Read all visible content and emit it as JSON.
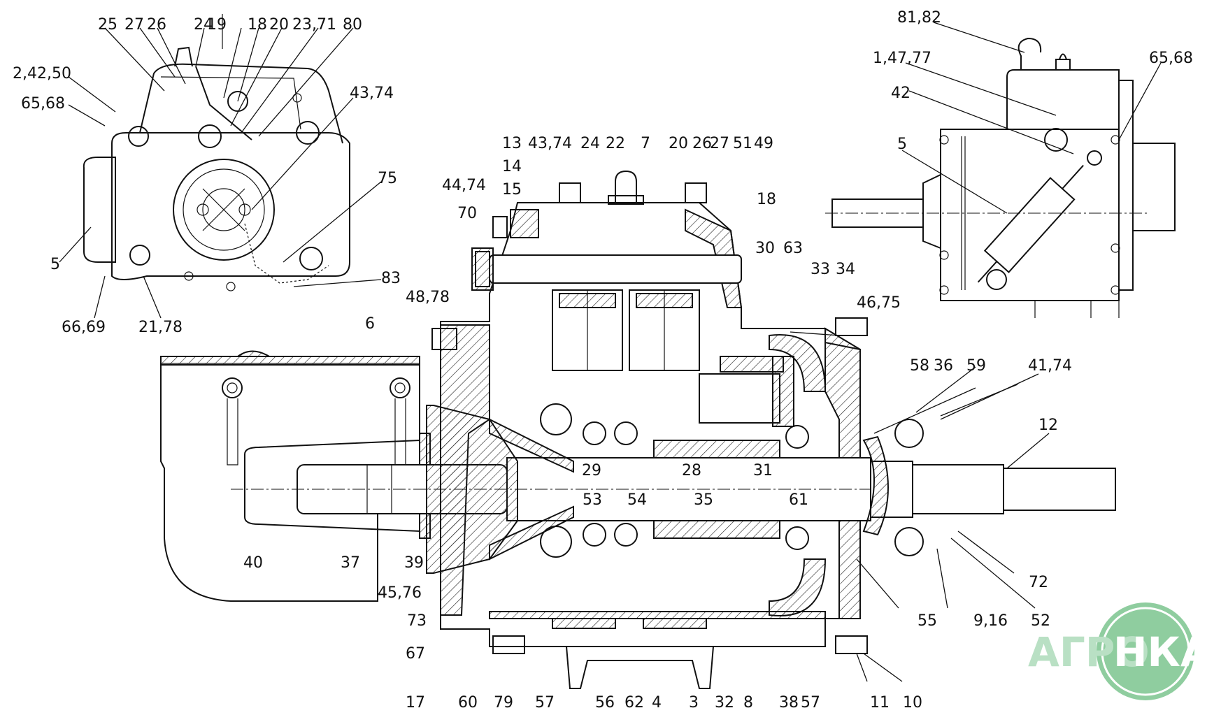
{
  "brand": {
    "text_left": "АГРО",
    "text_right": "НКА",
    "circle_color": "#8fcd9f",
    "text_color": "#b9e0c4"
  },
  "callouts": {
    "top_left_view": [
      "25",
      "27",
      "26",
      "24",
      "19",
      "18",
      "20",
      "23,71",
      "80",
      "2,42,50",
      "65,68",
      "43,74",
      "75",
      "5",
      "83",
      "66,69",
      "21,78"
    ],
    "top_right_view": [
      "81,82",
      "1,47,77",
      "65,68",
      "42",
      "5"
    ],
    "section_view": [
      "13",
      "43,74",
      "24",
      "22",
      "7",
      "20",
      "26",
      "27",
      "51",
      "49",
      "14",
      "44,74",
      "15",
      "70",
      "18",
      "30",
      "63",
      "33",
      "34",
      "48,78",
      "46,75",
      "6",
      "58",
      "36",
      "59",
      "41,74",
      "12",
      "29",
      "28",
      "31",
      "53",
      "54",
      "35",
      "61",
      "40",
      "37",
      "39",
      "45,76",
      "73",
      "67",
      "55",
      "9,16",
      "52",
      "72",
      "17",
      "60",
      "79",
      "57",
      "56",
      "62",
      "4",
      "3",
      "32",
      "8",
      "38",
      "57",
      "11",
      "10"
    ]
  }
}
